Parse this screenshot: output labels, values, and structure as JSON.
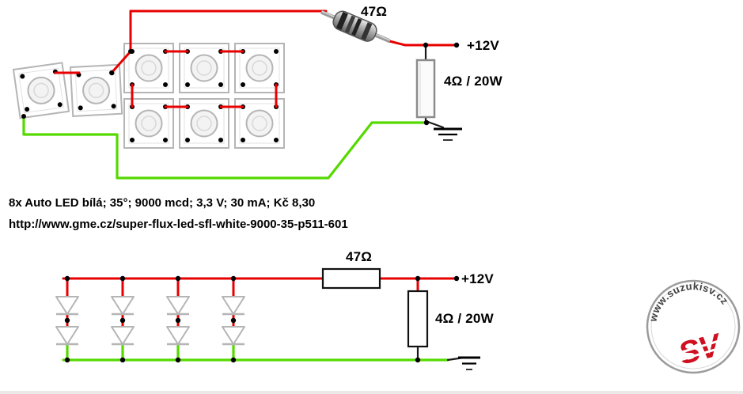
{
  "pictorial_circuit": {
    "series_resistor_label": "47Ω",
    "supply_label": "+12V",
    "load_resistor_label": "4Ω / 20W"
  },
  "product_info": {
    "line1": "8x Auto LED bílá; 35°; 9000 mcd; 3,3 V; 30 mA; Kč 8,30",
    "line2": "http://www.gme.cz/super-flux-led-sfl-white-9000-35-p511-601"
  },
  "schematic_circuit": {
    "series_resistor_label": "47Ω",
    "supply_label": "+12V",
    "load_resistor_label": "4Ω / 20W"
  },
  "watermark": {
    "url_text": "www.suzukisv.cz",
    "logo_text": "SV"
  },
  "colors": {
    "positive_wire": "#e80000",
    "ground_wire": "#55d900",
    "junction_dot": "#000000",
    "led_outline": "#b5b5b5",
    "logo_red": "#cf1020"
  }
}
